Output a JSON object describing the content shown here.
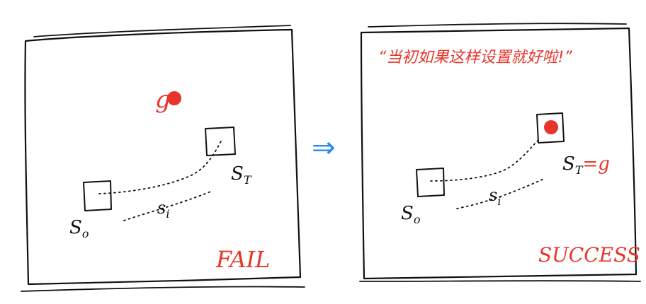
{
  "left_panel": {
    "goal_label": "g",
    "start_label": "S",
    "start_sub": "o",
    "mid_label": "s",
    "mid_sub": "i",
    "terminal_label": "S",
    "terminal_sub": "T",
    "result_label": "FAIL"
  },
  "arrow_glyph": "⇒",
  "right_panel": {
    "quote": "“当初如果这样设置就好啦!”",
    "start_label": "S",
    "start_sub": "o",
    "mid_label": "s",
    "mid_sub": "i",
    "terminal_label": "S",
    "terminal_sub": "T",
    "terminal_eq": "=g",
    "result_label": "SUCCESS"
  },
  "colors": {
    "ink": "#111111",
    "red": "#e8352b",
    "blue": "#2a8be6"
  }
}
